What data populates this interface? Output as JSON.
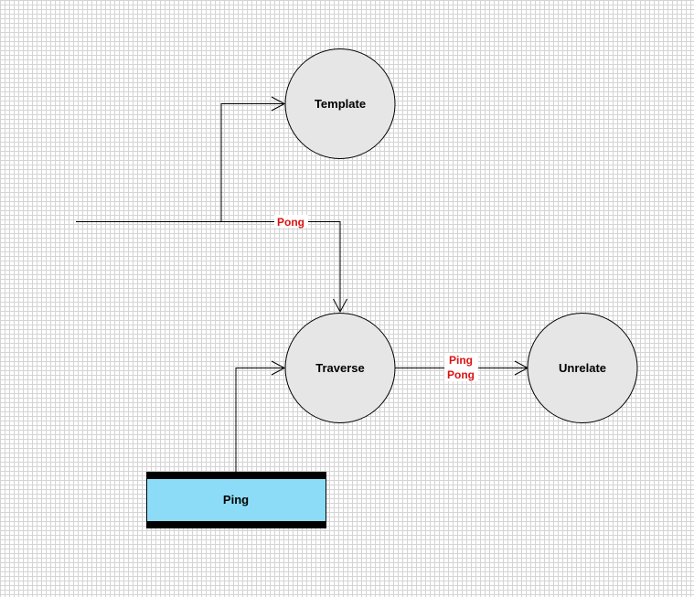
{
  "diagram": {
    "nodes": {
      "template": {
        "label": "Template",
        "fill": "#e6e6e6"
      },
      "traverse": {
        "label": "Traverse",
        "fill": "#e6e6e6"
      },
      "unrelate": {
        "label": "Unrelate",
        "fill": "#e6e6e6"
      },
      "ping_store": {
        "label": "Ping",
        "fill": "#8ddcf7"
      }
    },
    "edges": {
      "pong_to_traverse": {
        "label": "Pong"
      },
      "traverse_to_unrelate": {
        "label_line1": "Ping",
        "label_line2": "Pong"
      }
    },
    "colors": {
      "edge_label": "#dd1111",
      "stroke": "#000000"
    }
  }
}
